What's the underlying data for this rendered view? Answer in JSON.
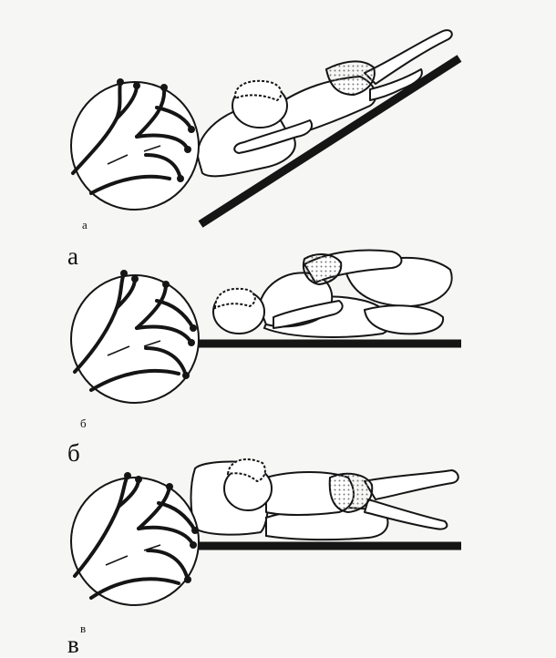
{
  "panels": [
    {
      "small_label": "а",
      "big_label": "а",
      "board_angle_deg": -31
    },
    {
      "small_label": "б",
      "big_label": "б",
      "board_angle_deg": 0
    },
    {
      "small_label": "в",
      "big_label": "в",
      "board_angle_deg": 0
    }
  ],
  "colors": {
    "ink": "#151515",
    "paper": "#f6f6f4",
    "pattern": "#777777"
  },
  "icons": [
    "bronchial-tree-inset",
    "child-figure",
    "pillow",
    "board"
  ]
}
